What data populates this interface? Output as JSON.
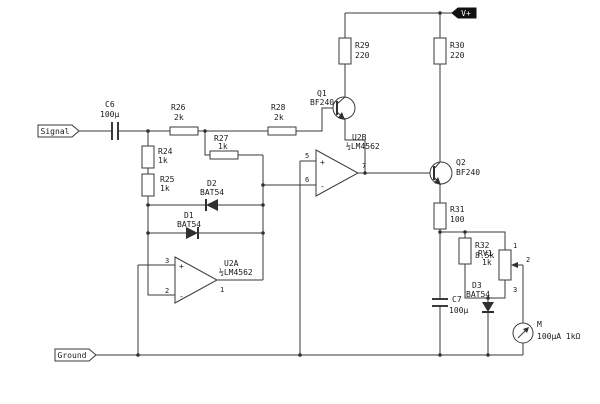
{
  "ports": {
    "signal": "Signal",
    "ground": "Ground",
    "vplus": "V+"
  },
  "components": {
    "c6": {
      "ref": "C6",
      "value": "100µ"
    },
    "r26": {
      "ref": "R26",
      "value": "2k"
    },
    "r27": {
      "ref": "R27",
      "value": "1k"
    },
    "r28": {
      "ref": "R28",
      "value": "2k"
    },
    "r24": {
      "ref": "R24",
      "value": "1k"
    },
    "r25": {
      "ref": "R25",
      "value": "1k"
    },
    "d1": {
      "ref": "D1",
      "value": "BAT54"
    },
    "d2": {
      "ref": "D2",
      "value": "BAT54"
    },
    "d3": {
      "ref": "D3",
      "value": "BAT54"
    },
    "u2a": {
      "ref": "U2A",
      "value": "½LM4562",
      "plus": "+",
      "minus": "-",
      "pins": {
        "inp": "3",
        "inn": "2",
        "out": "1"
      }
    },
    "u2b": {
      "ref": "U2B",
      "value": "½LM4562",
      "plus": "+",
      "minus": "-",
      "pins": {
        "inp": "5",
        "inn": "6",
        "out": "7"
      }
    },
    "q1": {
      "ref": "Q1",
      "value": "BF240"
    },
    "q2": {
      "ref": "Q2",
      "value": "BF240"
    },
    "r29": {
      "ref": "R29",
      "value": "220"
    },
    "r30": {
      "ref": "R30",
      "value": "220"
    },
    "r31": {
      "ref": "R31",
      "value": "100"
    },
    "r32": {
      "ref": "R32",
      "value": "8.5k"
    },
    "rv1": {
      "ref": "RV1",
      "value": "1k",
      "pins": {
        "p1": "1",
        "p2": "2",
        "p3": "3"
      }
    },
    "c7": {
      "ref": "C7",
      "value": "100µ"
    },
    "m": {
      "ref": "M",
      "value": "100µA 1kΩ"
    }
  }
}
